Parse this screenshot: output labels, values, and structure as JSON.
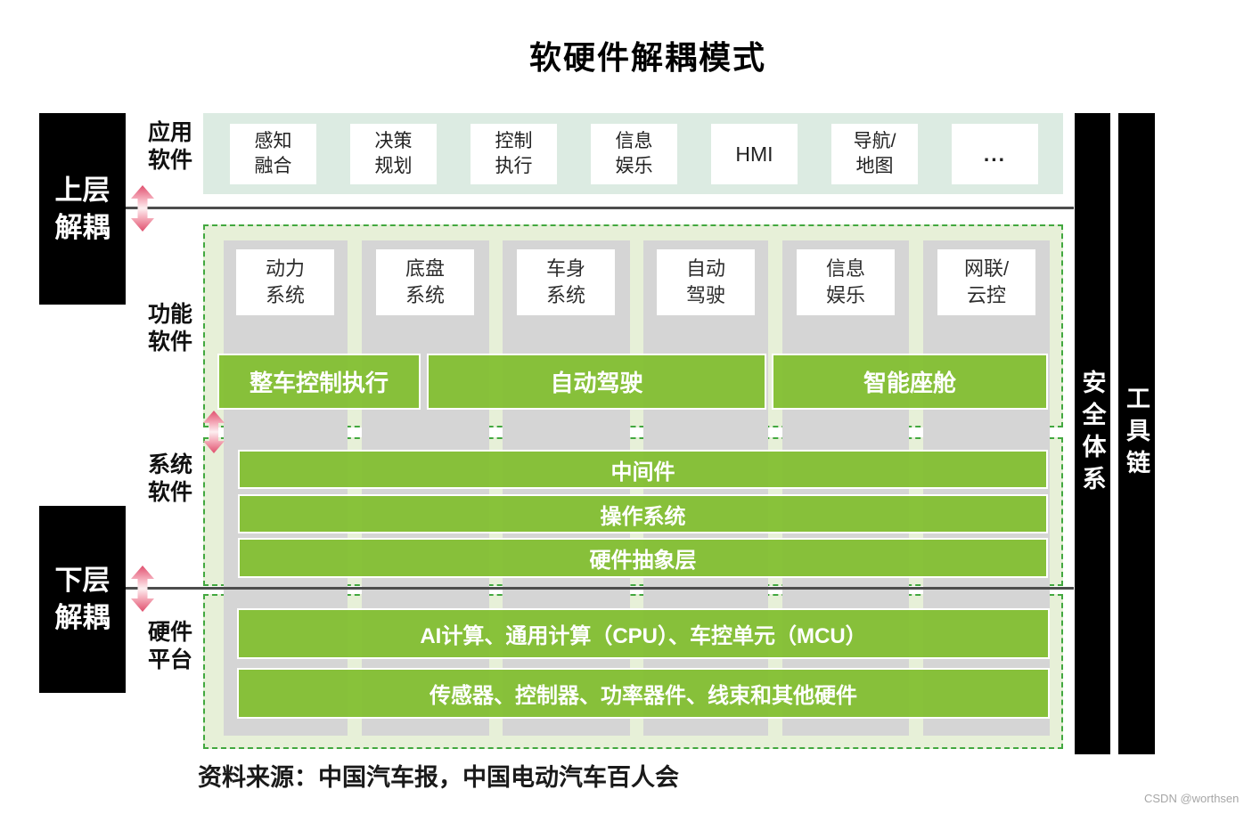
{
  "title": "软硬件解耦模式",
  "decouple_blocks": {
    "upper": {
      "line1": "上层",
      "line2": "解耦"
    },
    "lower": {
      "line1": "下层",
      "line2": "解耦"
    }
  },
  "layer_labels": {
    "app": {
      "line1": "应用",
      "line2": "软件"
    },
    "func": {
      "line1": "功能",
      "line2": "软件"
    },
    "sys": {
      "line1": "系统",
      "line2": "软件"
    },
    "hw": {
      "line1": "硬件",
      "line2": "平台"
    }
  },
  "right_bars": {
    "safety": "安全体系",
    "toolchain": "工具链"
  },
  "app_layer": {
    "boxes": [
      {
        "line1": "感知",
        "line2": "融合"
      },
      {
        "line1": "决策",
        "line2": "规划"
      },
      {
        "line1": "控制",
        "line2": "执行"
      },
      {
        "line1": "信息",
        "line2": "娱乐"
      },
      {
        "line1": "HMI",
        "line2": ""
      },
      {
        "line1": "导航/",
        "line2": "地图"
      },
      {
        "line1": "...",
        "line2": ""
      }
    ]
  },
  "domain_columns": [
    {
      "line1": "动力",
      "line2": "系统"
    },
    {
      "line1": "底盘",
      "line2": "系统"
    },
    {
      "line1": "车身",
      "line2": "系统"
    },
    {
      "line1": "自动",
      "line2": "驾驶"
    },
    {
      "line1": "信息",
      "line2": "娱乐"
    },
    {
      "line1": "网联/",
      "line2": "云控"
    }
  ],
  "func_bars": [
    "整车控制执行",
    "自动驾驶",
    "智能座舱"
  ],
  "sys_bars": [
    "中间件",
    "操作系统",
    "硬件抽象层"
  ],
  "hw_bars": [
    "AI计算、通用计算（CPU）、车控单元（MCU）",
    "传感器、控制器、功率器件、线束和其他硬件"
  ],
  "source": "资料来源：中国汽车报，中国电动汽车百人会",
  "watermark": "CSDN @worthsen",
  "colors": {
    "bar_green": "#8cc23f",
    "layer_bg_green": "#e7f0d8",
    "dash_green": "#42a83f",
    "band_teal": "#dcebe2",
    "column_gray": "#d5d5d5",
    "arrow_pink": "#e0506e",
    "line_gray": "#4d4d4d"
  }
}
